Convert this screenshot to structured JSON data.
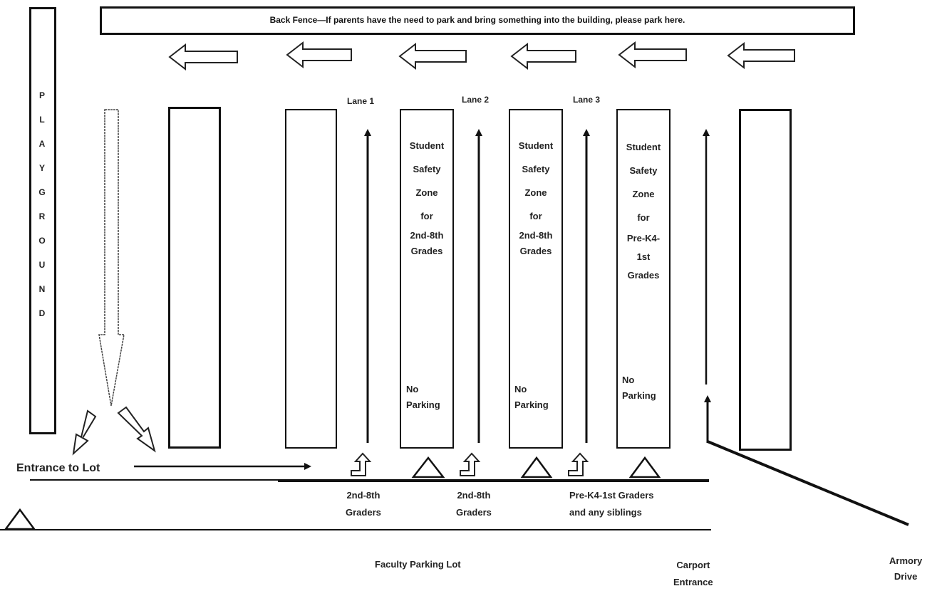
{
  "banner": "Back Fence—If parents have the need to park and bring something into the building, please park here.",
  "playground": [
    "P",
    "L",
    "A",
    "Y",
    "G",
    "R",
    "O",
    "U",
    "N",
    "D"
  ],
  "lanes": [
    {
      "label": "Lane 1"
    },
    {
      "label": "Lane 2"
    },
    {
      "label": "Lane 3"
    }
  ],
  "zones": [
    {
      "lines": [
        "Student",
        "Safety",
        "Zone",
        "for",
        "2nd-8th",
        "Grades"
      ],
      "no_parking": [
        "No",
        "Parking"
      ]
    },
    {
      "lines": [
        "Student",
        "Safety",
        "Zone",
        "for",
        "2nd-8th",
        "Grades"
      ],
      "no_parking": [
        "No",
        "Parking"
      ]
    },
    {
      "lines": [
        "Student",
        "Safety",
        "Zone",
        "for",
        "Pre-K4-",
        "1st",
        "Grades"
      ],
      "no_parking": [
        "No",
        "Parking"
      ]
    }
  ],
  "entrance_label": "Entrance to Lot",
  "pickup_labels": [
    [
      "2nd-8th",
      "Graders"
    ],
    [
      "2nd-8th",
      "Graders"
    ],
    [
      "Pre-K4-1st Graders",
      "and  any siblings"
    ]
  ],
  "faculty_lot": "Faculty Parking Lot",
  "carport": [
    "Carport",
    "Entrance"
  ],
  "armory": [
    "Armory",
    "Drive"
  ]
}
